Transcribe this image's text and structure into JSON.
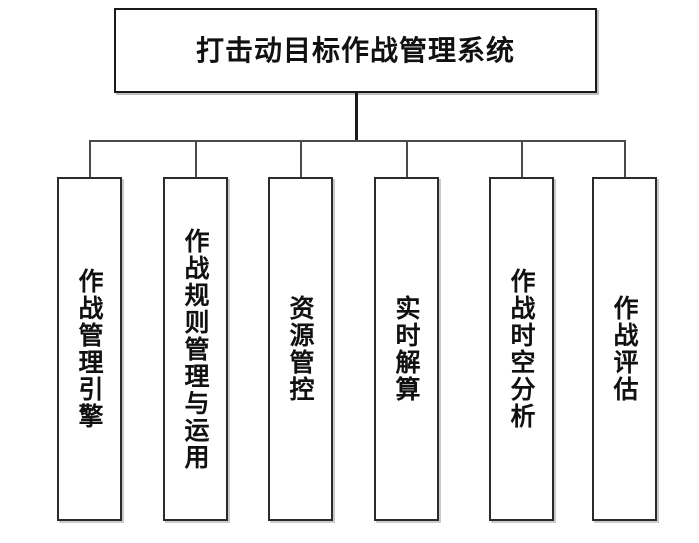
{
  "diagram": {
    "type": "organizational-hierarchy",
    "orientation": "top-down",
    "background_color": "#ffffff",
    "line_color": "#2b2b2b",
    "text_color": "#111111",
    "root": {
      "label": "打击动目标作战管理系统"
    },
    "nodes": [
      {
        "label": "作战管理引擎"
      },
      {
        "label": "作战规则管理与运用"
      },
      {
        "label": "资源管控"
      },
      {
        "label": "实时解算"
      },
      {
        "label": "作战时空分析"
      },
      {
        "label": "作战评估"
      }
    ]
  }
}
